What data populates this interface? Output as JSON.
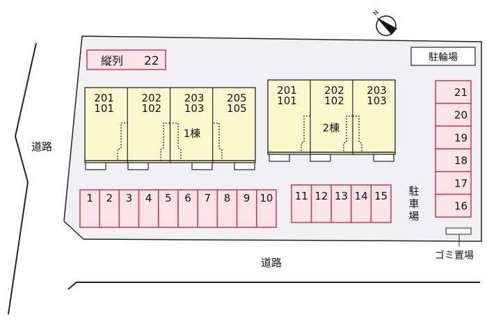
{
  "colors": {
    "site": "#f1f1f3",
    "building": "#fbf8cd",
    "parking_fill": "#fbe3ea",
    "parking_border": "#c23a55",
    "line": "#222222"
  },
  "compass": {
    "label": "N",
    "icon": "north-compass-icon"
  },
  "roads": {
    "left": "道路",
    "bottom": "道路"
  },
  "tandem_parking": {
    "label": "縦列",
    "number": "22"
  },
  "bicycle_parking": "駐輪場",
  "parking_label": [
    "駐",
    "車",
    "場"
  ],
  "garbage_label": "ゴミ置場",
  "building1": {
    "name": "1棟",
    "units": [
      [
        "201",
        "101"
      ],
      [
        "202",
        "102"
      ],
      [
        "203",
        "103"
      ],
      [
        "205",
        "105"
      ]
    ]
  },
  "building2": {
    "name": "2棟",
    "units": [
      [
        "201",
        "101"
      ],
      [
        "202",
        "102"
      ],
      [
        "203",
        "103"
      ]
    ]
  },
  "parking_row1": [
    "1",
    "2",
    "3",
    "4",
    "5",
    "6",
    "7",
    "8",
    "9",
    "10"
  ],
  "parking_row2": [
    "11",
    "12",
    "13",
    "14",
    "15"
  ],
  "parking_column": [
    "21",
    "20",
    "19",
    "18",
    "17",
    "16"
  ]
}
